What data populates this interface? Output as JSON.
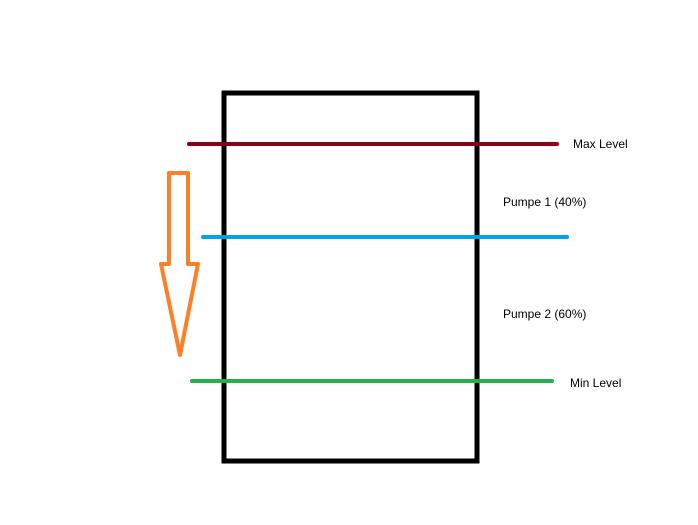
{
  "diagram": {
    "labels": {
      "max_level": "Max Level",
      "pump_1": "Pumpe 1 (40%)",
      "pump_2": "Pumpe 2 (60%)",
      "min_level": "Min Level"
    },
    "colors": {
      "tank_outline": "#000000",
      "max_level_line": "#8b0016",
      "pump_1_line": "#00a2e8",
      "min_level_line": "#22b14c",
      "arrow": "#ff7f27"
    }
  }
}
